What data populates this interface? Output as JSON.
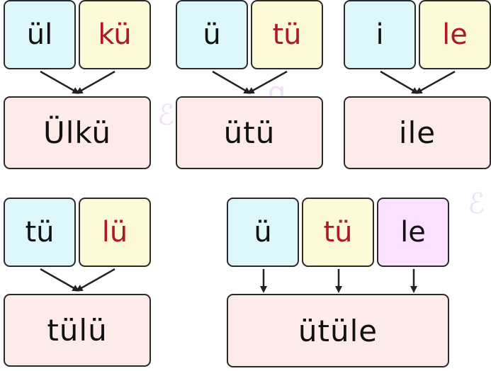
{
  "groups": [
    {
      "syllables": [
        "ül",
        "kü"
      ],
      "word": "Ülkü"
    },
    {
      "syllables": [
        "ü",
        "tü"
      ],
      "word": "ütü"
    },
    {
      "syllables": [
        "i",
        "le"
      ],
      "word": "ile"
    },
    {
      "syllables": [
        "tü",
        "lü"
      ],
      "word": "tülü"
    },
    {
      "syllables": [
        "ü",
        "tü",
        "le"
      ],
      "word": "ütüle"
    }
  ],
  "colors": {
    "syllable_blue": "#ddf7fb",
    "syllable_yellow": "#fcfad7",
    "syllable_pink": "#fbe0ff",
    "word_box": "#fcebe8",
    "highlight_text": "#b0172b",
    "border": "#2a2a2a"
  }
}
